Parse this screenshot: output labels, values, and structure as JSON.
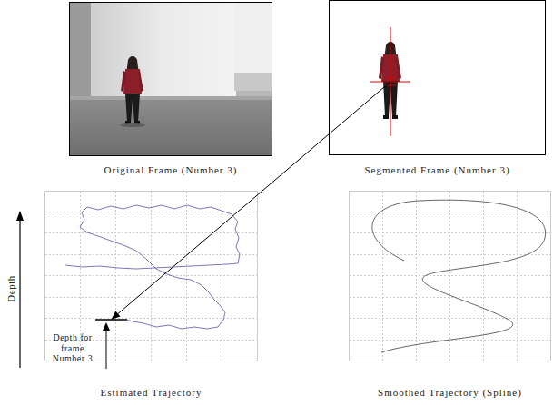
{
  "diagram": {
    "nodes": [
      {
        "text": [
          "Original Frame (Number 3)"
        ]
      },
      {
        "text": [
          "Segmented Frame (Number 3)"
        ]
      },
      {
        "text": [
          "Estimated Trajectory"
        ]
      },
      {
        "text": [
          "Smoothed Trajectory (Spline)"
        ]
      }
    ],
    "edges": [
      {
        "from": 1,
        "to": 2,
        "arrow": "to"
      }
    ],
    "labels": [
      "Depth",
      "Depth for frame Number 3"
    ]
  }
}
